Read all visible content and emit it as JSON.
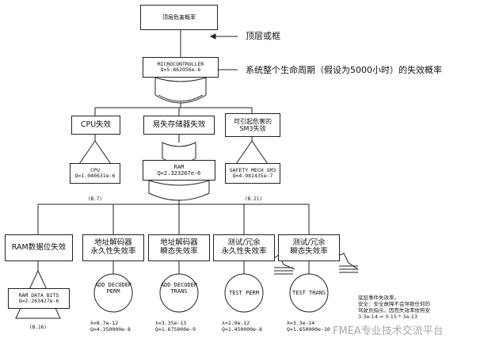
{
  "top_box": "顶层危害概率",
  "annotation_top": "顶层或框",
  "annotation_mcu": "系统整个生命周期（假设为5000小时）的失效概率",
  "mcu_gate": {
    "name": "MICROCONTROLLER",
    "q": "Q=5.862056e-6"
  },
  "level2": [
    {
      "label": "CPU失效"
    },
    {
      "label": "易失存储器失效"
    },
    {
      "label": "可引起危害的\nSM3失效"
    }
  ],
  "level2_gates": [
    {
      "name": "CPU",
      "q": "Q=1.040631e-6",
      "ref": "(B.7)"
    },
    {
      "name": "RAM",
      "q": "Q=2.323267e-6",
      "ref": ""
    },
    {
      "name": "SAFETY MECH SM3",
      "q": "Q=4.981435e-7",
      "ref": "(B.21)"
    }
  ],
  "level3": [
    {
      "label": "RAM数据位失效"
    },
    {
      "label": "地址解码器\n永久性失效率"
    },
    {
      "label": "地址解码器\n瞬态失效率"
    },
    {
      "label": "测试/冗余\n永久性失效率"
    },
    {
      "label": "测试/冗余\n瞬态失效率"
    }
  ],
  "level3_events": [
    {
      "name": "RAM DATA BITS",
      "q": "Q=2.263427e-6",
      "ref": "(B.16)",
      "rate": ""
    },
    {
      "name": "ADD DECODER\nPERM",
      "q": "",
      "ref": "",
      "rate": "λ=8.7e-12\nQ=4.350000e-8"
    },
    {
      "name": "ADD DECODER\nTRANS",
      "q": "",
      "ref": "",
      "rate": "λ=3.35e-13\nQ=1.675000e-9"
    },
    {
      "name": "TEST PERM",
      "q": "",
      "ref": "",
      "rate": "λ=2.9e-12\nQ=1.450000e-8"
    },
    {
      "name": "TEST TRANS",
      "q": "",
      "ref": "",
      "rate": "λ=3.3e-14\nQ=1.650000e-10"
    }
  ],
  "bottom_note": "底层事件失效率。\n安全：安全故障不会导致任何的\n驾驶员指示，因而失效率依照安\n3.3e-14 = 0.15 * 3e-13",
  "watermark": "FMEA专业技术交流平台"
}
